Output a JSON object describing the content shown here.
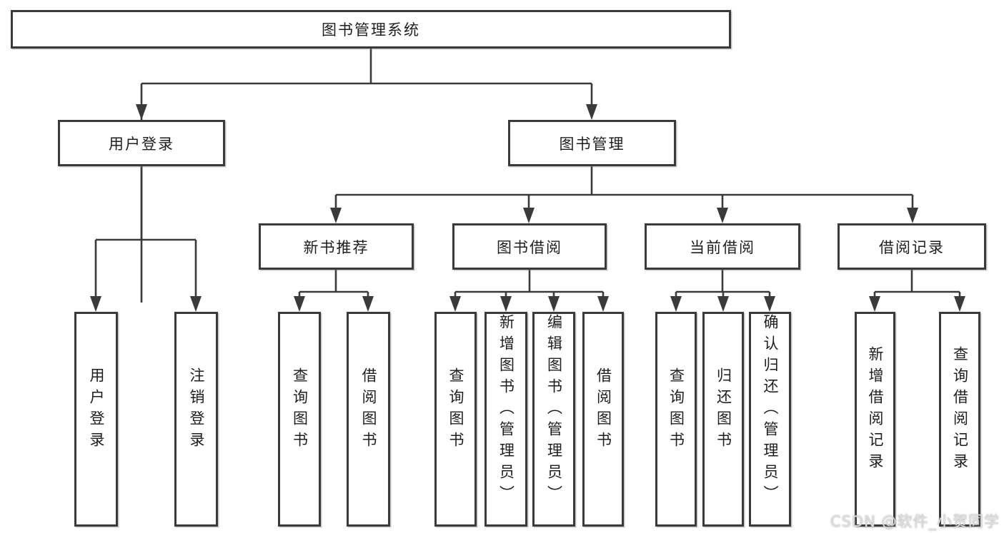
{
  "diagram_type": "tree",
  "tree": {
    "label": "图书管理系统",
    "children": [
      {
        "label": "用户登录",
        "children": [
          {
            "label": "用户登录"
          },
          {
            "label": "注销登录"
          }
        ]
      },
      {
        "label": "图书管理",
        "children": [
          {
            "label": "新书推荐",
            "children": [
              {
                "label": "查询图书"
              },
              {
                "label": "借阅图书"
              }
            ]
          },
          {
            "label": "图书借阅",
            "children": [
              {
                "label": "查询图书"
              },
              {
                "label": "新增图书（管理员）"
              },
              {
                "label": "编辑图书（管理员）"
              },
              {
                "label": "借阅图书"
              }
            ]
          },
          {
            "label": "当前借阅",
            "children": [
              {
                "label": "查询图书"
              },
              {
                "label": "归还图书"
              },
              {
                "label": "确认归还（管理员）"
              }
            ]
          },
          {
            "label": "借阅记录",
            "children": [
              {
                "label": "新增借阅记录"
              },
              {
                "label": "查询借阅记录"
              }
            ]
          }
        ]
      }
    ]
  },
  "watermark": {
    "text": "CSDN @软件_小贺同学"
  },
  "colors": {
    "background": "#ffffff",
    "line": "#3a3a3a",
    "box_border": "#3a3a3a",
    "text": "#1e1e1e",
    "watermark": "#dedede"
  }
}
